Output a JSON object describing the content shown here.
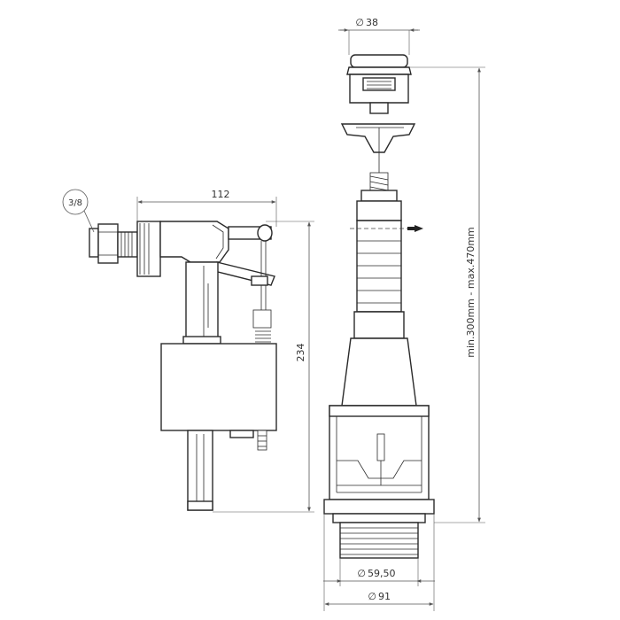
{
  "dimensions": {
    "inlet_thread": "3/8",
    "fill_valve_width": "112",
    "fill_valve_height": "234",
    "button_diameter": "38",
    "height_range": "min.300mm - max.470mm",
    "seal_diameter": "59,50",
    "flange_diameter": "91"
  },
  "diameter_symbol": "∅",
  "colors": {
    "line": "#2a2a2a",
    "dimension": "#555555",
    "background": "#ffffff"
  }
}
